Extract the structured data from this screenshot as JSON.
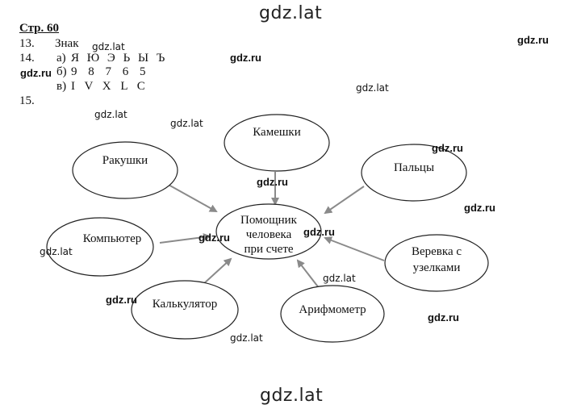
{
  "watermarks": {
    "top": "gdz.lat",
    "bottom": "gdz.lat",
    "small_lat": "gdz.lat",
    "small_ru": "gdz.ru"
  },
  "header": {
    "page_ref": "Стр. 60"
  },
  "exercises": [
    {
      "num": "13.",
      "text": "Знак"
    },
    {
      "num": "14.",
      "label": "а)",
      "text": "Я Ю Э Ь Ы Ъ"
    },
    {
      "label": "б)",
      "text": "9 8 7 6 5"
    },
    {
      "label": "в)",
      "text": "I V X L C"
    },
    {
      "num": "15."
    }
  ],
  "diagram": {
    "center": [
      "Помощник",
      "человека",
      "при счете"
    ],
    "nodes": [
      {
        "id": "kameshki",
        "lines": [
          "Камешки"
        ]
      },
      {
        "id": "rakushki",
        "lines": [
          "Ракушки"
        ]
      },
      {
        "id": "paltsy",
        "lines": [
          "Пальцы"
        ]
      },
      {
        "id": "kompyuter",
        "lines": [
          "Компьютер"
        ]
      },
      {
        "id": "verevka",
        "lines": [
          "Веревка с",
          "узелками"
        ]
      },
      {
        "id": "kalkulyator",
        "lines": [
          "Калькулятор"
        ]
      },
      {
        "id": "arifmometr",
        "lines": [
          "Арифмометр"
        ]
      }
    ]
  },
  "colors": {
    "arrow": "#8a8a8a",
    "stroke": "#222222"
  }
}
